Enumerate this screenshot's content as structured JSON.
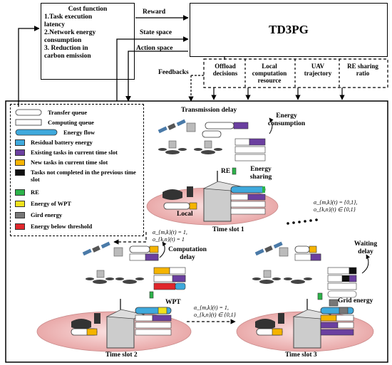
{
  "cost_function": {
    "title": "Cost function",
    "items": [
      "1.Task execution",
      "latency",
      "2.Network energy",
      "consumption",
      "3. Reduction in",
      "carbon emission"
    ]
  },
  "agent": {
    "title": "TD3PG"
  },
  "signals": {
    "reward": "Reward",
    "state": "State space",
    "action": "Action space",
    "feedbacks": "Feedbacks"
  },
  "actions": [
    {
      "line1": "Offload",
      "line2": "decisions",
      "line3": ""
    },
    {
      "line1": "Local",
      "line2": "computation",
      "line3": "resource"
    },
    {
      "line1": "UAV",
      "line2": "trajectory",
      "line3": ""
    },
    {
      "line1": "RE sharing",
      "line2": "ratio",
      "line3": ""
    }
  ],
  "legend": [
    {
      "label": "Transfer queue",
      "kind": "queue-white"
    },
    {
      "label": "Computing queue",
      "kind": "queue-grid"
    },
    {
      "label": "Energy flow",
      "kind": "energy-flow"
    },
    {
      "label": "Residual battery energy",
      "color": "#3fa9dc"
    },
    {
      "label": "Existing tasks in current time slot",
      "color": "#6b3fa0"
    },
    {
      "label": "New tasks in current time slot",
      "color": "#f5b400"
    },
    {
      "label": "Tasks not completed in the previous time slot",
      "color": "#111111"
    },
    {
      "label": "RE",
      "color": "#2db34a"
    },
    {
      "label": "Energy of WPT",
      "color": "#f0e21e"
    },
    {
      "label": "Gird energy",
      "color": "#777777"
    },
    {
      "label": "Energy below threshold",
      "color": "#e0262b"
    }
  ],
  "annotations": {
    "transmission_delay": "Transmission delay",
    "energy_consumption": "Energy consumption",
    "re_1": "RE",
    "energy_sharing": "Energy sharing",
    "local": "Local",
    "time_slot_1": "Time slot 1",
    "computation_delay": "Computation delay",
    "waiting_delay": "Waiting delay",
    "wpt": "WPT",
    "grid_energy": "Grid energy",
    "time_slot_2": "Time slot 2",
    "time_slot_3": "Time slot 3"
  },
  "equations": {
    "eq1_a": "α_{m,k}(t) = 1,",
    "eq1_b": "o_{k,n}(t) = 1",
    "eq2_a": "α_{m,k}(t) = 1,",
    "eq2_b": "o_{k,n}(t) ∈ {0,1}",
    "eq3_a": "α_{m,k}(t) = {0,1},",
    "eq3_b": "o_{k,n}(t) ∈ {0,1}"
  }
}
